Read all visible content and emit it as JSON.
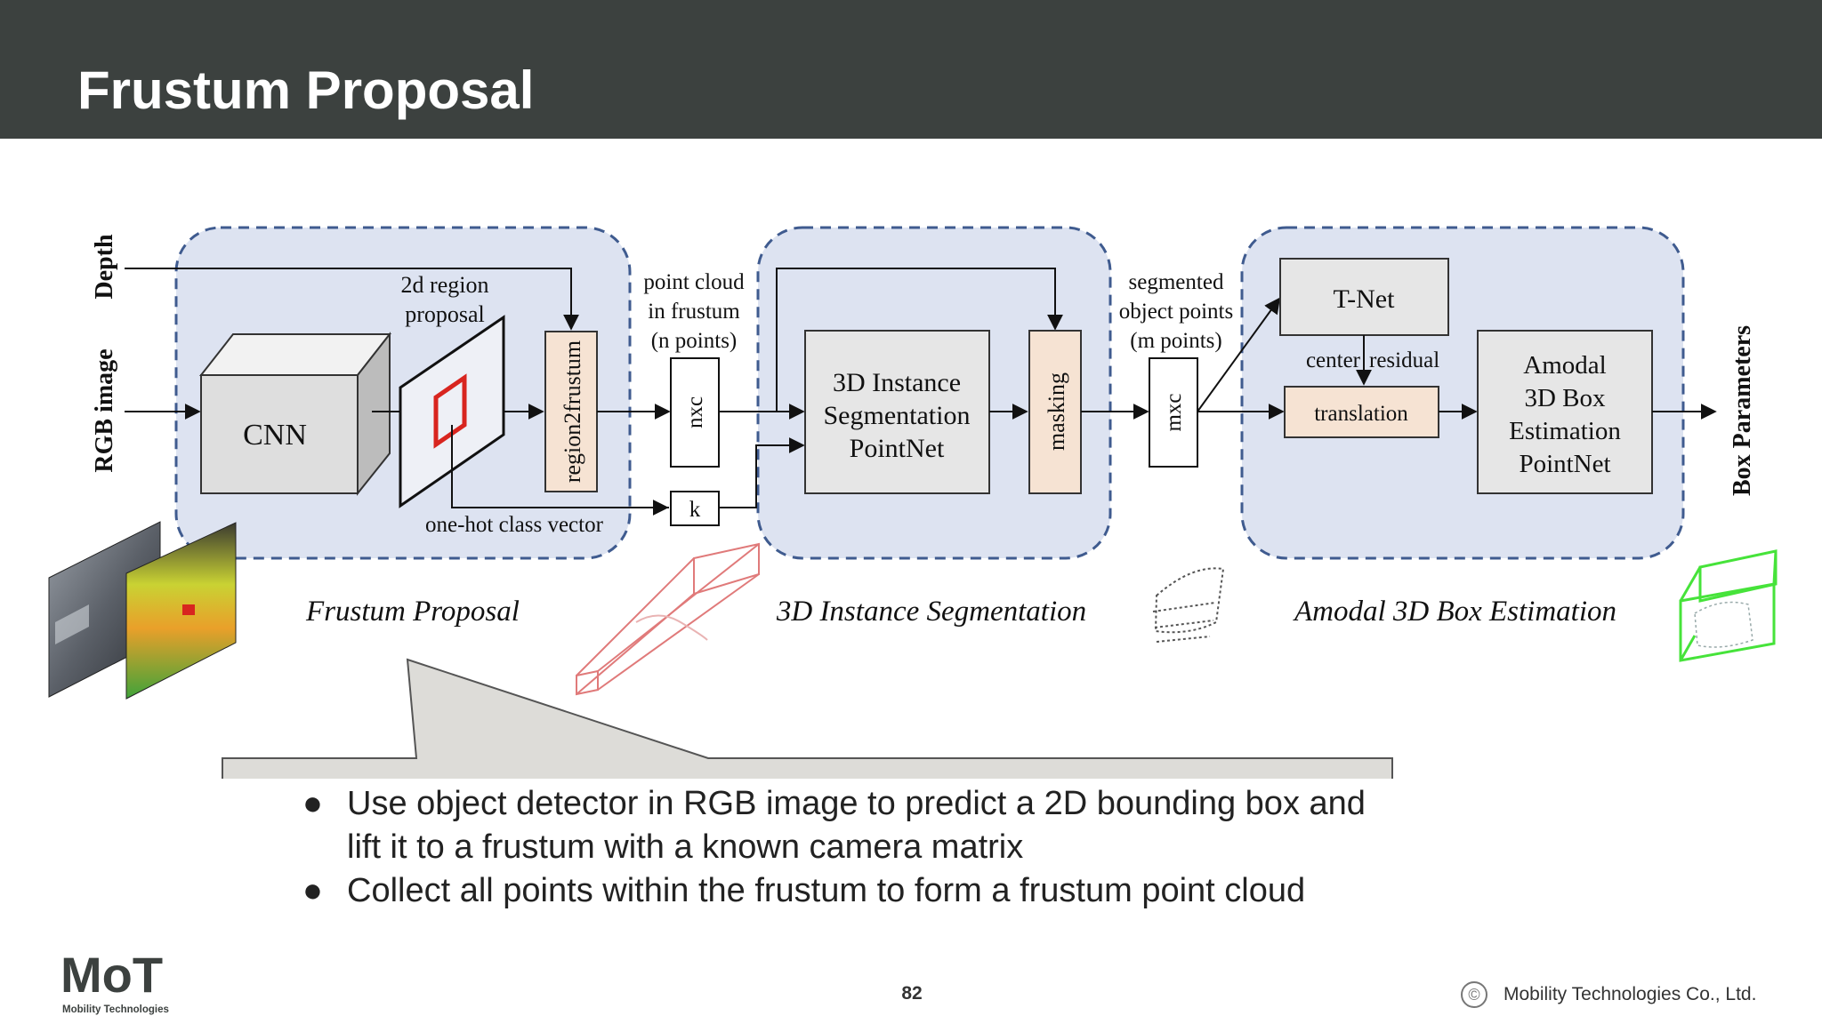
{
  "header": {
    "title": "Frustum Proposal"
  },
  "diagram": {
    "inputs": {
      "depth": "Depth",
      "rgb": "RGB image"
    },
    "output": "Box Parameters",
    "stage1": {
      "cnn": "CNN",
      "region_line1": "2d region",
      "region_line2": "proposal",
      "region2frustum": "region2frustum",
      "onehot": "one-hot class vector",
      "caption": "Frustum Proposal"
    },
    "pointcloud": {
      "line1": "point cloud",
      "line2": "in frustum",
      "line3": "(n points)",
      "nxc": "nxc",
      "k": "k"
    },
    "stage2": {
      "line1": "3D Instance",
      "line2": "Segmentation",
      "line3": "PointNet",
      "masking": "masking",
      "caption": "3D Instance Segmentation"
    },
    "segmented": {
      "line1": "segmented",
      "line2": "object points",
      "line3": "(m points)",
      "mxc": "mxc"
    },
    "stage3": {
      "tnet": "T-Net",
      "center": "center",
      "residual": "residual",
      "translation": "translation",
      "line1": "Amodal",
      "line2": "3D Box",
      "line3": "Estimation",
      "line4": "PointNet",
      "caption": "Amodal 3D Box Estimation"
    }
  },
  "callout": {
    "bullets": [
      "Use object detector in RGB image to predict a 2D bounding box and lift it to a frustum with a known camera matrix",
      "Collect all points within the frustum to form a frustum point cloud"
    ]
  },
  "footer": {
    "page_number": "82",
    "copyright_symbol": "©",
    "company": "Mobility Technologies Co., Ltd.",
    "logo_text": "MoT",
    "logo_subtext": "Mobility Technologies"
  },
  "colors": {
    "header_bg": "#3c413f",
    "stage_fill": "#dde3f1",
    "stage_border": "#3f5b8f",
    "module_fill": "#e6e6e6",
    "peach_fill": "#f6e3d3",
    "callout_fill": "#dddcd8",
    "red_roi": "#d8251f",
    "green_box": "#46e33a"
  }
}
